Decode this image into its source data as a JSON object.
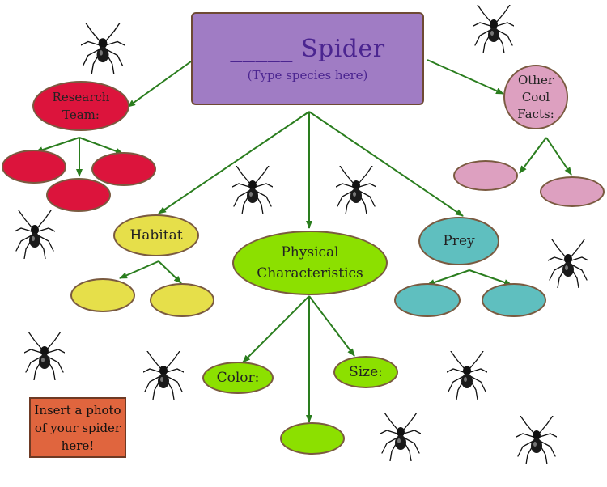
{
  "title": {
    "main": "_____ Spider",
    "sub": "(Type species here)"
  },
  "research": {
    "label_line1": "Research",
    "label_line2": "Team:"
  },
  "facts": {
    "line1": "Other",
    "line2": "Cool",
    "line3": "Facts:"
  },
  "habitat": {
    "label": "Habitat"
  },
  "physical": {
    "line1": "Physical",
    "line2": "Characteristics"
  },
  "prey": {
    "label": "Prey"
  },
  "color": {
    "label": "Color:"
  },
  "size": {
    "label": "Size:"
  },
  "photo": {
    "line1": "Insert a photo",
    "line2": "of your spider",
    "line3": "here!"
  },
  "colors": {
    "arrow": "#2a7d1e",
    "title_fill": "#a07cc4",
    "research": "#dc143c",
    "facts": "#dda0c0",
    "habitat": "#e6df4a",
    "physical": "#8ce000",
    "prey": "#5fbfbf",
    "photo": "#e0653e"
  }
}
